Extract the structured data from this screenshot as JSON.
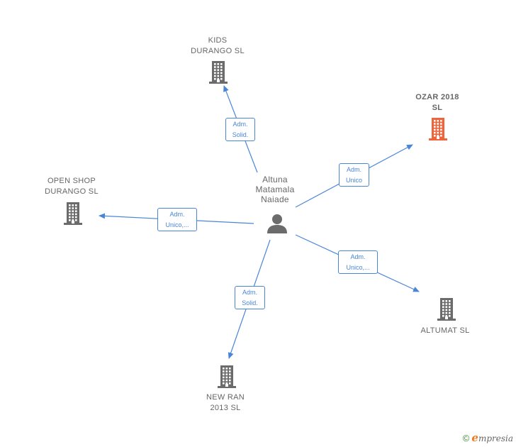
{
  "colors": {
    "edge": "#4a86d8",
    "company": "#6b6b6b",
    "company_highlight": "#f0643c",
    "person": "#6b6b6b",
    "label_text": "#666666"
  },
  "center": {
    "name_lines": [
      "Altuna",
      "Matamala",
      "Naiade"
    ],
    "icon": "person-icon"
  },
  "companies": [
    {
      "id": "kids",
      "name_lines": [
        "KIDS",
        "DURANGO  SL"
      ],
      "highlight": false,
      "icon": "building-icon"
    },
    {
      "id": "ozar",
      "name_lines": [
        "OZAR 2018",
        "SL"
      ],
      "highlight": true,
      "icon": "building-icon"
    },
    {
      "id": "openshop",
      "name_lines": [
        "OPEN SHOP",
        "DURANGO  SL"
      ],
      "highlight": false,
      "icon": "building-icon"
    },
    {
      "id": "altumat",
      "name_lines": [
        "ALTUMAT  SL"
      ],
      "highlight": false,
      "icon": "building-icon"
    },
    {
      "id": "newran",
      "name_lines": [
        "NEW RAN",
        "2013  SL"
      ],
      "highlight": false,
      "icon": "building-icon"
    }
  ],
  "edges": [
    {
      "to": "kids",
      "label_lines": [
        "Adm.",
        "Solid."
      ]
    },
    {
      "to": "ozar",
      "label_lines": [
        "Adm.",
        "Unico"
      ]
    },
    {
      "to": "openshop",
      "label_lines": [
        "Adm.",
        "Unico,..."
      ]
    },
    {
      "to": "altumat",
      "label_lines": [
        "Adm.",
        "Unico,..."
      ]
    },
    {
      "to": "newran",
      "label_lines": [
        "Adm.",
        "Solid."
      ]
    }
  ],
  "footer": {
    "copyright": "©",
    "brand_first": "e",
    "brand_rest": "mpresia"
  }
}
